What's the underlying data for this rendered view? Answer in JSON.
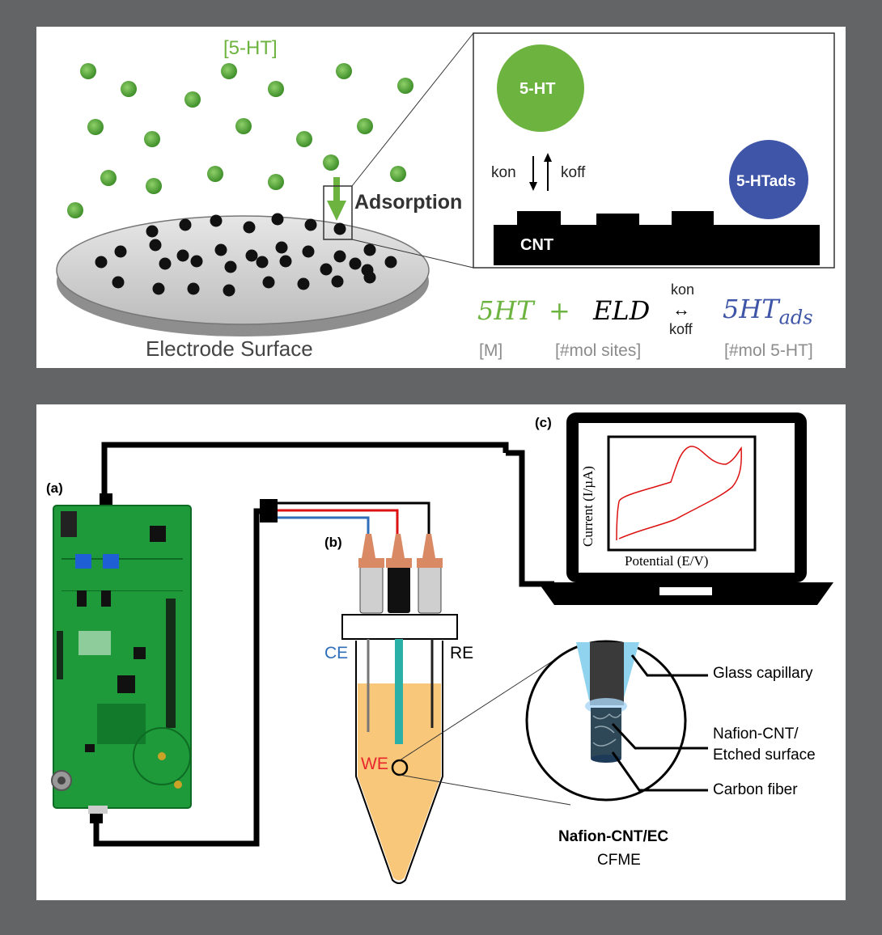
{
  "top": {
    "conc_label": "[5-HT]",
    "adsorption": "Adsorption",
    "electrode_surface": "Electrode Surface",
    "inset": {
      "molecule": "5-HT",
      "adsorbed": "5-HTads",
      "kon": "kon",
      "koff": "koff",
      "substrate": "CNT"
    },
    "equation": {
      "reactant1": "5HT",
      "plus": "+",
      "reactant2": "ELD",
      "arrow": "↔",
      "kon": "kon",
      "koff": "koff",
      "product_base": "5HT",
      "product_sub": "ads",
      "unit1": "[M]",
      "unit2": "[#mol sites]",
      "unit3": "[#mol 5-HT]"
    }
  },
  "bottom": {
    "label_a": "(a)",
    "label_b": "(b)",
    "label_c": "(c)",
    "ce": "CE",
    "re": "RE",
    "we": "WE",
    "ylabel": "Current (I/µA)",
    "xlabel": "Potential (E/V)",
    "glass": "Glass capillary",
    "nafion1": "Nafion-CNT/",
    "nafion2": "Etched surface",
    "carbon": "Carbon fiber",
    "title1": "Nafion-CNT/EC",
    "title2": "CFME"
  },
  "colors": {
    "green": "#6db33f",
    "blue": "#3e55a8",
    "red": "#e8262b",
    "ce_blue": "#2f6fb9",
    "we_red": "#e8262b",
    "gray_text": "#8c8c8c",
    "solution": "#f9c77a",
    "copper": "#d98a65",
    "teal": "#2ab0a6"
  }
}
